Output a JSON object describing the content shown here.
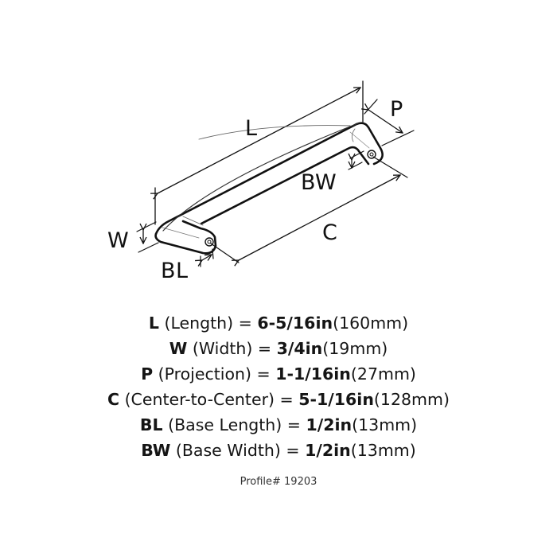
{
  "diagram": {
    "labels": {
      "L": "L",
      "W": "W",
      "P": "P",
      "C": "C",
      "BL": "BL",
      "BW": "BW"
    }
  },
  "specs": [
    {
      "key": "L",
      "name": "(Length) =",
      "imperial": "6-5/16in",
      "metric": "(160mm)"
    },
    {
      "key": "W",
      "name": "(Width) =",
      "imperial": "3/4in",
      "metric": "(19mm)"
    },
    {
      "key": "P",
      "name": "(Projection) =",
      "imperial": "1-1/16in",
      "metric": "(27mm)"
    },
    {
      "key": "C",
      "name": "(Center-to-Center) =",
      "imperial": "5-1/16in",
      "metric": "(128mm)"
    },
    {
      "key": "BL",
      "name": "(Base Length) =",
      "imperial": "1/2in",
      "metric": "(13mm)"
    },
    {
      "key": "BW",
      "name": "(Base Width) =",
      "imperial": "1/2in",
      "metric": "(13mm)"
    }
  ],
  "profile": "Profile# 19203"
}
